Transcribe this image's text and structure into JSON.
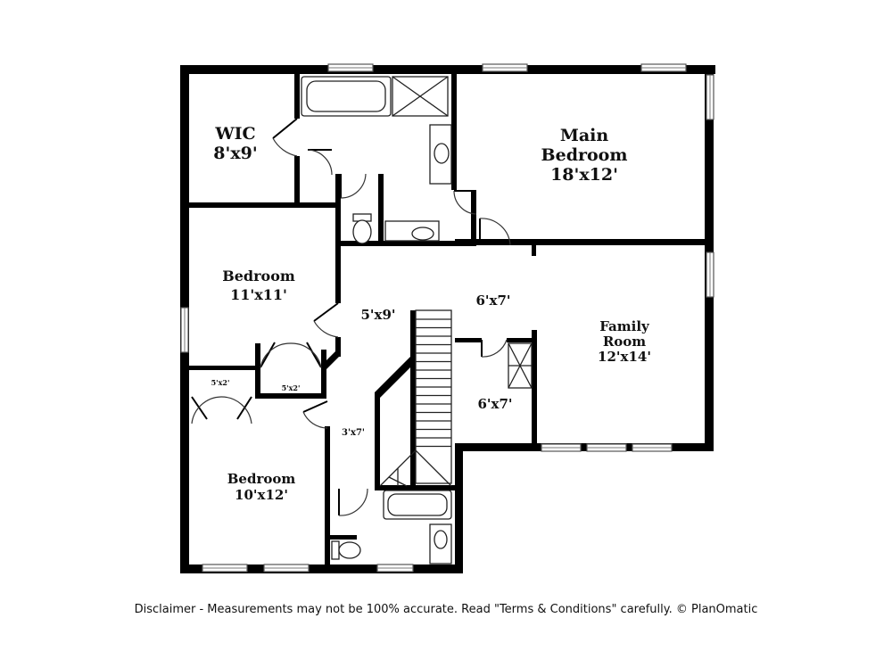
{
  "rooms": {
    "wic": {
      "name": "WIC",
      "size": "8'x9'"
    },
    "main_bedroom": {
      "name_line1": "Main",
      "name_line2": "Bedroom",
      "size": "18'x12'"
    },
    "bedroom_a": {
      "name": "Bedroom",
      "size": "11'x11'"
    },
    "hall": {
      "size": "5'x9'"
    },
    "landing": {
      "size": "6'x7'"
    },
    "family_room": {
      "name_line1": "Family",
      "name_line2": "Room",
      "size": "12'x14'"
    },
    "closet_a": {
      "size": "5'x2'"
    },
    "closet_b": {
      "size": "5'x2'"
    },
    "nook": {
      "size": "6'x7'"
    },
    "hall_b": {
      "size": "3'x7'"
    },
    "bedroom_b": {
      "name": "Bedroom",
      "size": "10'x12'"
    }
  },
  "disclaimer": "Disclaimer - Measurements may not be 100% accurate. Read \"Terms & Conditions\" carefully. © PlanOmatic"
}
